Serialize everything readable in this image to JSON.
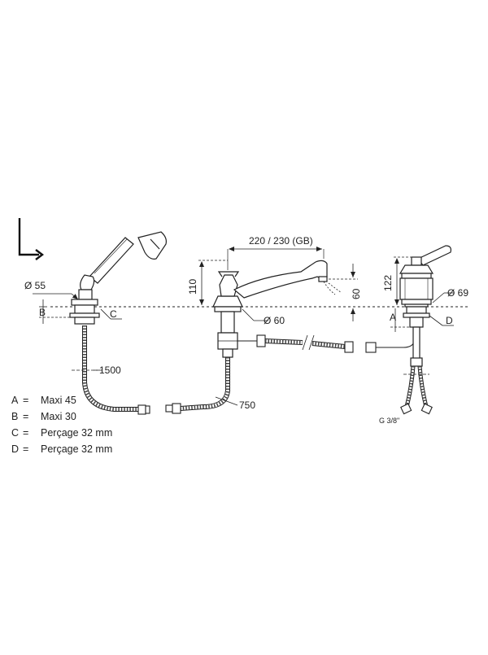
{
  "dimensions": {
    "spout_reach": "220 / 230 (GB)",
    "spout_height": "110",
    "spout_drop": "60",
    "handle_height": "122",
    "flange_left": "Ø 55",
    "flange_center": "Ø 60",
    "flange_right": "Ø 69",
    "hose_long": "1500",
    "hose_short": "750",
    "thread": "G 3/8\""
  },
  "markers": {
    "a": "A",
    "b": "B",
    "c": "C",
    "d": "D"
  },
  "legend": [
    {
      "key": "A",
      "eq": "=",
      "value": "Maxi 45"
    },
    {
      "key": "B",
      "eq": "=",
      "value": "Maxi 30"
    },
    {
      "key": "C",
      "eq": "=",
      "value": "Perçage 32 mm"
    },
    {
      "key": "D",
      "eq": "=",
      "value": "Perçage 32 mm"
    }
  ],
  "icons": {
    "orientation": "corner-arrow-icon"
  },
  "colors": {
    "line": "#222222",
    "hatch": "#555555"
  }
}
